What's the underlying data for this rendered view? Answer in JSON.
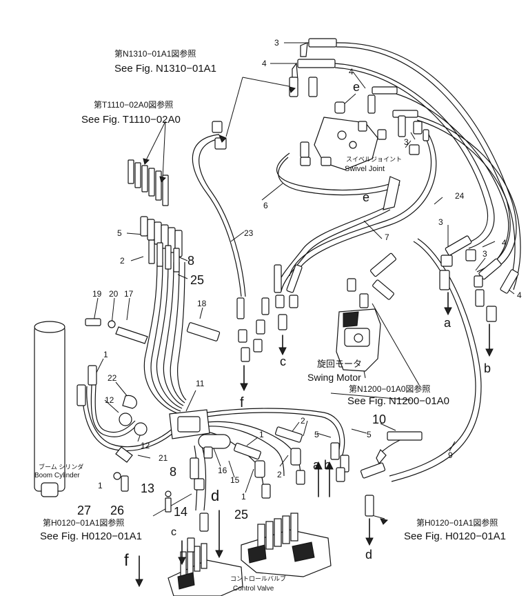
{
  "refs": {
    "n1310_jp": "第N1310−01A1図参照",
    "n1310_en": "See Fig. N1310−01A1",
    "t1110_jp": "第T1110−02A0図参照",
    "t1110_en": "See Fig. T1110−02A0",
    "n1200_jp": "第N1200−01A0図参照",
    "n1200_en": "See Fig. N1200−01A0",
    "h0120_left_jp": "第H0120−01A1図参照",
    "h0120_left_en": "See Fig. H0120−01A1",
    "h0120_right_jp": "第H0120−01A1図参照",
    "h0120_right_en": "See Fig. H0120−01A1"
  },
  "components": {
    "swivel_jp": "スイベルジョイント",
    "swivel_en": "Swivel Joint",
    "swing_motor_jp": "旋回モータ",
    "swing_motor_en": "Swing Motor",
    "boom_cylinder_jp": "ブーム シリンダ",
    "boom_cylinder_en": "Boom Cylinder",
    "control_valve_jp": "コントロールバルブ",
    "control_valve_en": "Control Valve"
  },
  "callouts": {
    "n1": "1",
    "n2": "2",
    "n3": "3",
    "n4": "4",
    "n5": "5",
    "n6": "6",
    "n7": "7",
    "n8": "8",
    "n9": "9",
    "n10": "10",
    "n11": "11",
    "n12": "12",
    "n13": "13",
    "n14": "14",
    "n15": "15",
    "n16": "16",
    "n17": "17",
    "n18": "18",
    "n19": "19",
    "n20": "20",
    "n21": "21",
    "n22": "22",
    "n23": "23",
    "n24": "24",
    "n25": "25",
    "n26": "26",
    "n27": "27"
  },
  "letters": {
    "a": "a",
    "b": "b",
    "c": "c",
    "d": "d",
    "e": "e",
    "f": "f"
  }
}
